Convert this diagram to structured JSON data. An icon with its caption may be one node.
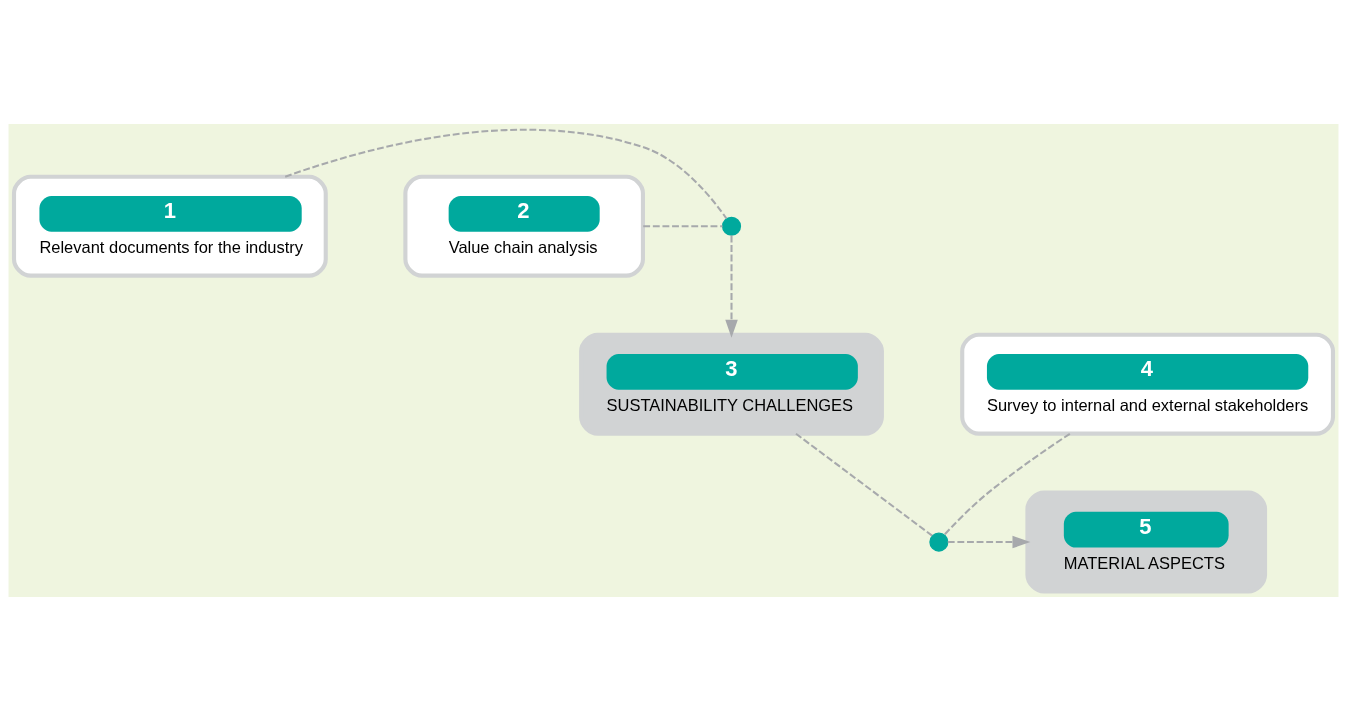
{
  "diagram": {
    "nodes": [
      {
        "text": [
          "1",
          "Relevant documents for the industry"
        ]
      },
      {
        "text": [
          "2",
          "Value chain analysis"
        ]
      },
      {
        "text": [],
        "shape": "cross"
      },
      {
        "text": [
          "3",
          "SUSTAINABILITY CHALLENGES"
        ]
      },
      {
        "text": [],
        "shape": "cross"
      },
      {
        "text": [
          "4",
          "Survey to internal and external stakeholders"
        ]
      },
      {
        "text": [
          "5",
          "MATERIAL ASPECTS"
        ]
      }
    ],
    "edges": [
      {
        "from": 0,
        "to": 2,
        "arrow": "none",
        "style": "dashed"
      },
      {
        "from": 1,
        "to": 2,
        "arrow": "none",
        "style": "dashed"
      },
      {
        "from": 2,
        "to": 3,
        "arrow": "to",
        "style": "dashed"
      },
      {
        "from": 3,
        "to": 4,
        "arrow": "none",
        "style": "dashed"
      },
      {
        "from": 5,
        "to": 4,
        "arrow": "none",
        "style": "dashed"
      },
      {
        "from": 4,
        "to": 6,
        "arrow": "to",
        "style": "dashed"
      }
    ]
  }
}
